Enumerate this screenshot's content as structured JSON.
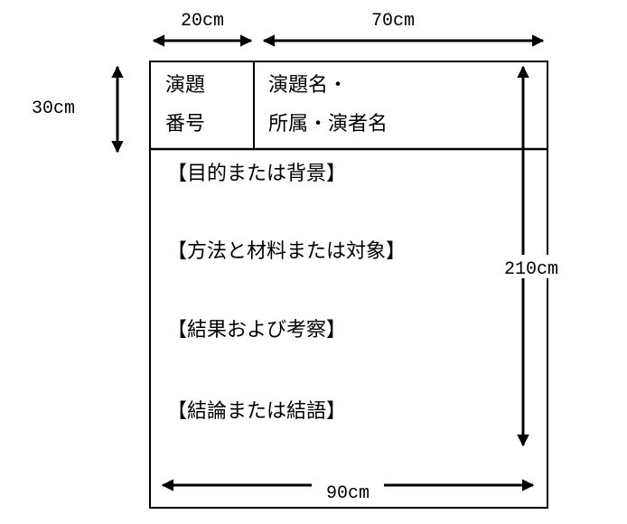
{
  "dimensions": {
    "header_number_width": "20cm",
    "header_title_width": "70cm",
    "header_height": "30cm",
    "body_height": "210cm",
    "total_width": "90cm"
  },
  "header": {
    "number_line1": "演題",
    "number_line2": "番号",
    "title_line1": "演題名・",
    "title_line2": "所属・演者名"
  },
  "sections": [
    "【目的または背景】",
    "【方法と材料または対象】",
    "【結果および考察】",
    "【結論または結語】"
  ]
}
